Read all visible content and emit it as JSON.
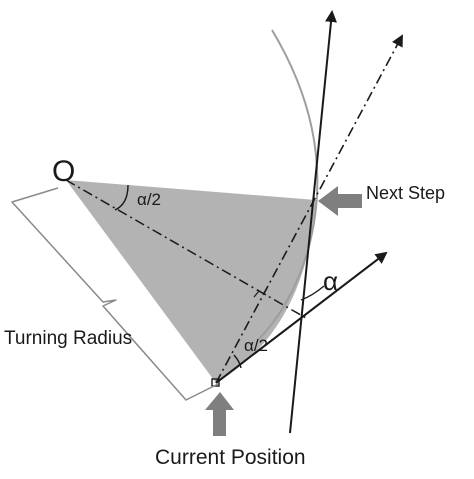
{
  "labels": {
    "center": "O",
    "half_angle_top": "α/2",
    "half_angle_bottom": "α/2",
    "alpha": "α",
    "next_step": "Next Step",
    "turning_radius": "Turning Radius",
    "current_position": "Current Position"
  },
  "colors": {
    "sector_fill": "#b3b3b3",
    "lines": "#1a1a1a",
    "arc": "#9e9e9e",
    "bracket": "#8a8a8a",
    "pointer_arrows": "#7f7f7f",
    "background": "#ffffff"
  }
}
